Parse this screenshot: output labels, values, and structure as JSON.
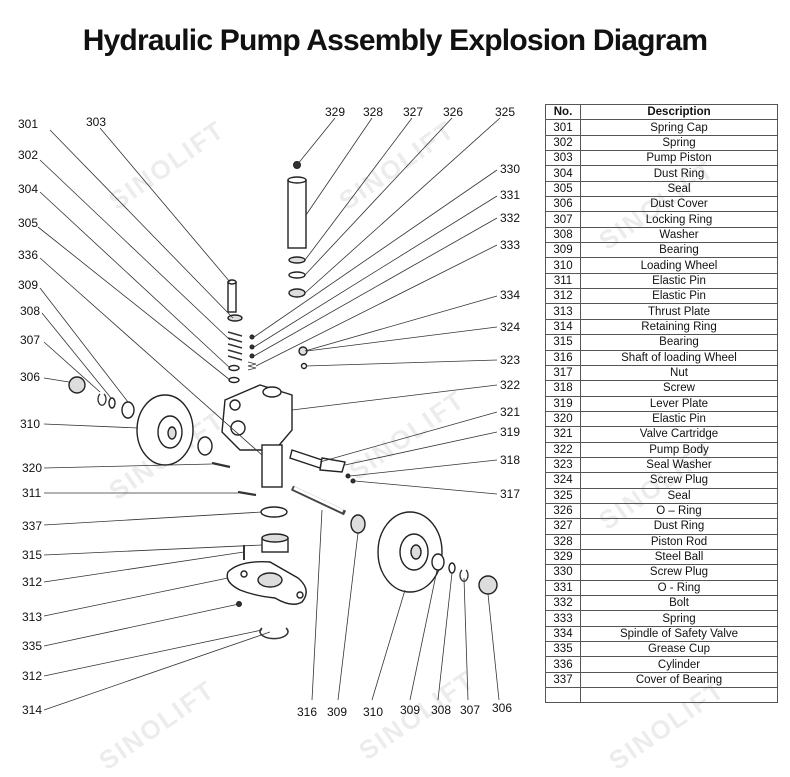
{
  "title": "Hydraulic Pump Assembly Explosion Diagram",
  "watermark": "SINOLIFT",
  "table": {
    "headers": [
      "No.",
      "Description"
    ],
    "rows": [
      {
        "no": "301",
        "desc": "Spring Cap"
      },
      {
        "no": "302",
        "desc": "Spring"
      },
      {
        "no": "303",
        "desc": "Pump Piston"
      },
      {
        "no": "304",
        "desc": "Dust Ring"
      },
      {
        "no": "305",
        "desc": "Seal"
      },
      {
        "no": "306",
        "desc": "Dust Cover"
      },
      {
        "no": "307",
        "desc": "Locking Ring"
      },
      {
        "no": "308",
        "desc": "Washer"
      },
      {
        "no": "309",
        "desc": "Bearing"
      },
      {
        "no": "310",
        "desc": "Loading Wheel"
      },
      {
        "no": "311",
        "desc": "Elastic Pin"
      },
      {
        "no": "312",
        "desc": "Elastic Pin"
      },
      {
        "no": "313",
        "desc": "Thrust Plate"
      },
      {
        "no": "314",
        "desc": "Retaining Ring"
      },
      {
        "no": "315",
        "desc": "Bearing"
      },
      {
        "no": "316",
        "desc": "Shaft of loading Wheel"
      },
      {
        "no": "317",
        "desc": "Nut"
      },
      {
        "no": "318",
        "desc": "Screw"
      },
      {
        "no": "319",
        "desc": "Lever Plate"
      },
      {
        "no": "320",
        "desc": "Elastic Pin"
      },
      {
        "no": "321",
        "desc": "Valve Cartridge"
      },
      {
        "no": "322",
        "desc": "Pump Body"
      },
      {
        "no": "323",
        "desc": "Seal Washer"
      },
      {
        "no": "324",
        "desc": "Screw Plug"
      },
      {
        "no": "325",
        "desc": "Seal"
      },
      {
        "no": "326",
        "desc": "O – Ring"
      },
      {
        "no": "327",
        "desc": "Dust Ring"
      },
      {
        "no": "328",
        "desc": "Piston Rod"
      },
      {
        "no": "329",
        "desc": "Steel Ball"
      },
      {
        "no": "330",
        "desc": "Screw Plug"
      },
      {
        "no": "331",
        "desc": "O - Ring"
      },
      {
        "no": "332",
        "desc": "Bolt"
      },
      {
        "no": "333",
        "desc": "Spring"
      },
      {
        "no": "334",
        "desc": "Spindle of Safety Valve"
      },
      {
        "no": "335",
        "desc": "Grease Cup"
      },
      {
        "no": "336",
        "desc": "Cylinder"
      },
      {
        "no": "337",
        "desc": "Cover of Bearing"
      },
      {
        "no": "",
        "desc": ""
      }
    ]
  },
  "callouts": [
    {
      "label": "301"
    },
    {
      "label": "303"
    },
    {
      "label": "302"
    },
    {
      "label": "304"
    },
    {
      "label": "305"
    },
    {
      "label": "336"
    },
    {
      "label": "309"
    },
    {
      "label": "308"
    },
    {
      "label": "307"
    },
    {
      "label": "306"
    },
    {
      "label": "310"
    },
    {
      "label": "320"
    },
    {
      "label": "311"
    },
    {
      "label": "337"
    },
    {
      "label": "315"
    },
    {
      "label": "312"
    },
    {
      "label": "313"
    },
    {
      "label": "335"
    },
    {
      "label": "312"
    },
    {
      "label": "314"
    },
    {
      "label": "329"
    },
    {
      "label": "328"
    },
    {
      "label": "327"
    },
    {
      "label": "326"
    },
    {
      "label": "325"
    },
    {
      "label": "330"
    },
    {
      "label": "331"
    },
    {
      "label": "332"
    },
    {
      "label": "333"
    },
    {
      "label": "334"
    },
    {
      "label": "324"
    },
    {
      "label": "323"
    },
    {
      "label": "322"
    },
    {
      "label": "321"
    },
    {
      "label": "319"
    },
    {
      "label": "318"
    },
    {
      "label": "317"
    },
    {
      "label": "316"
    },
    {
      "label": "309"
    },
    {
      "label": "310"
    },
    {
      "label": "309"
    },
    {
      "label": "308"
    },
    {
      "label": "307"
    },
    {
      "label": "306"
    }
  ]
}
